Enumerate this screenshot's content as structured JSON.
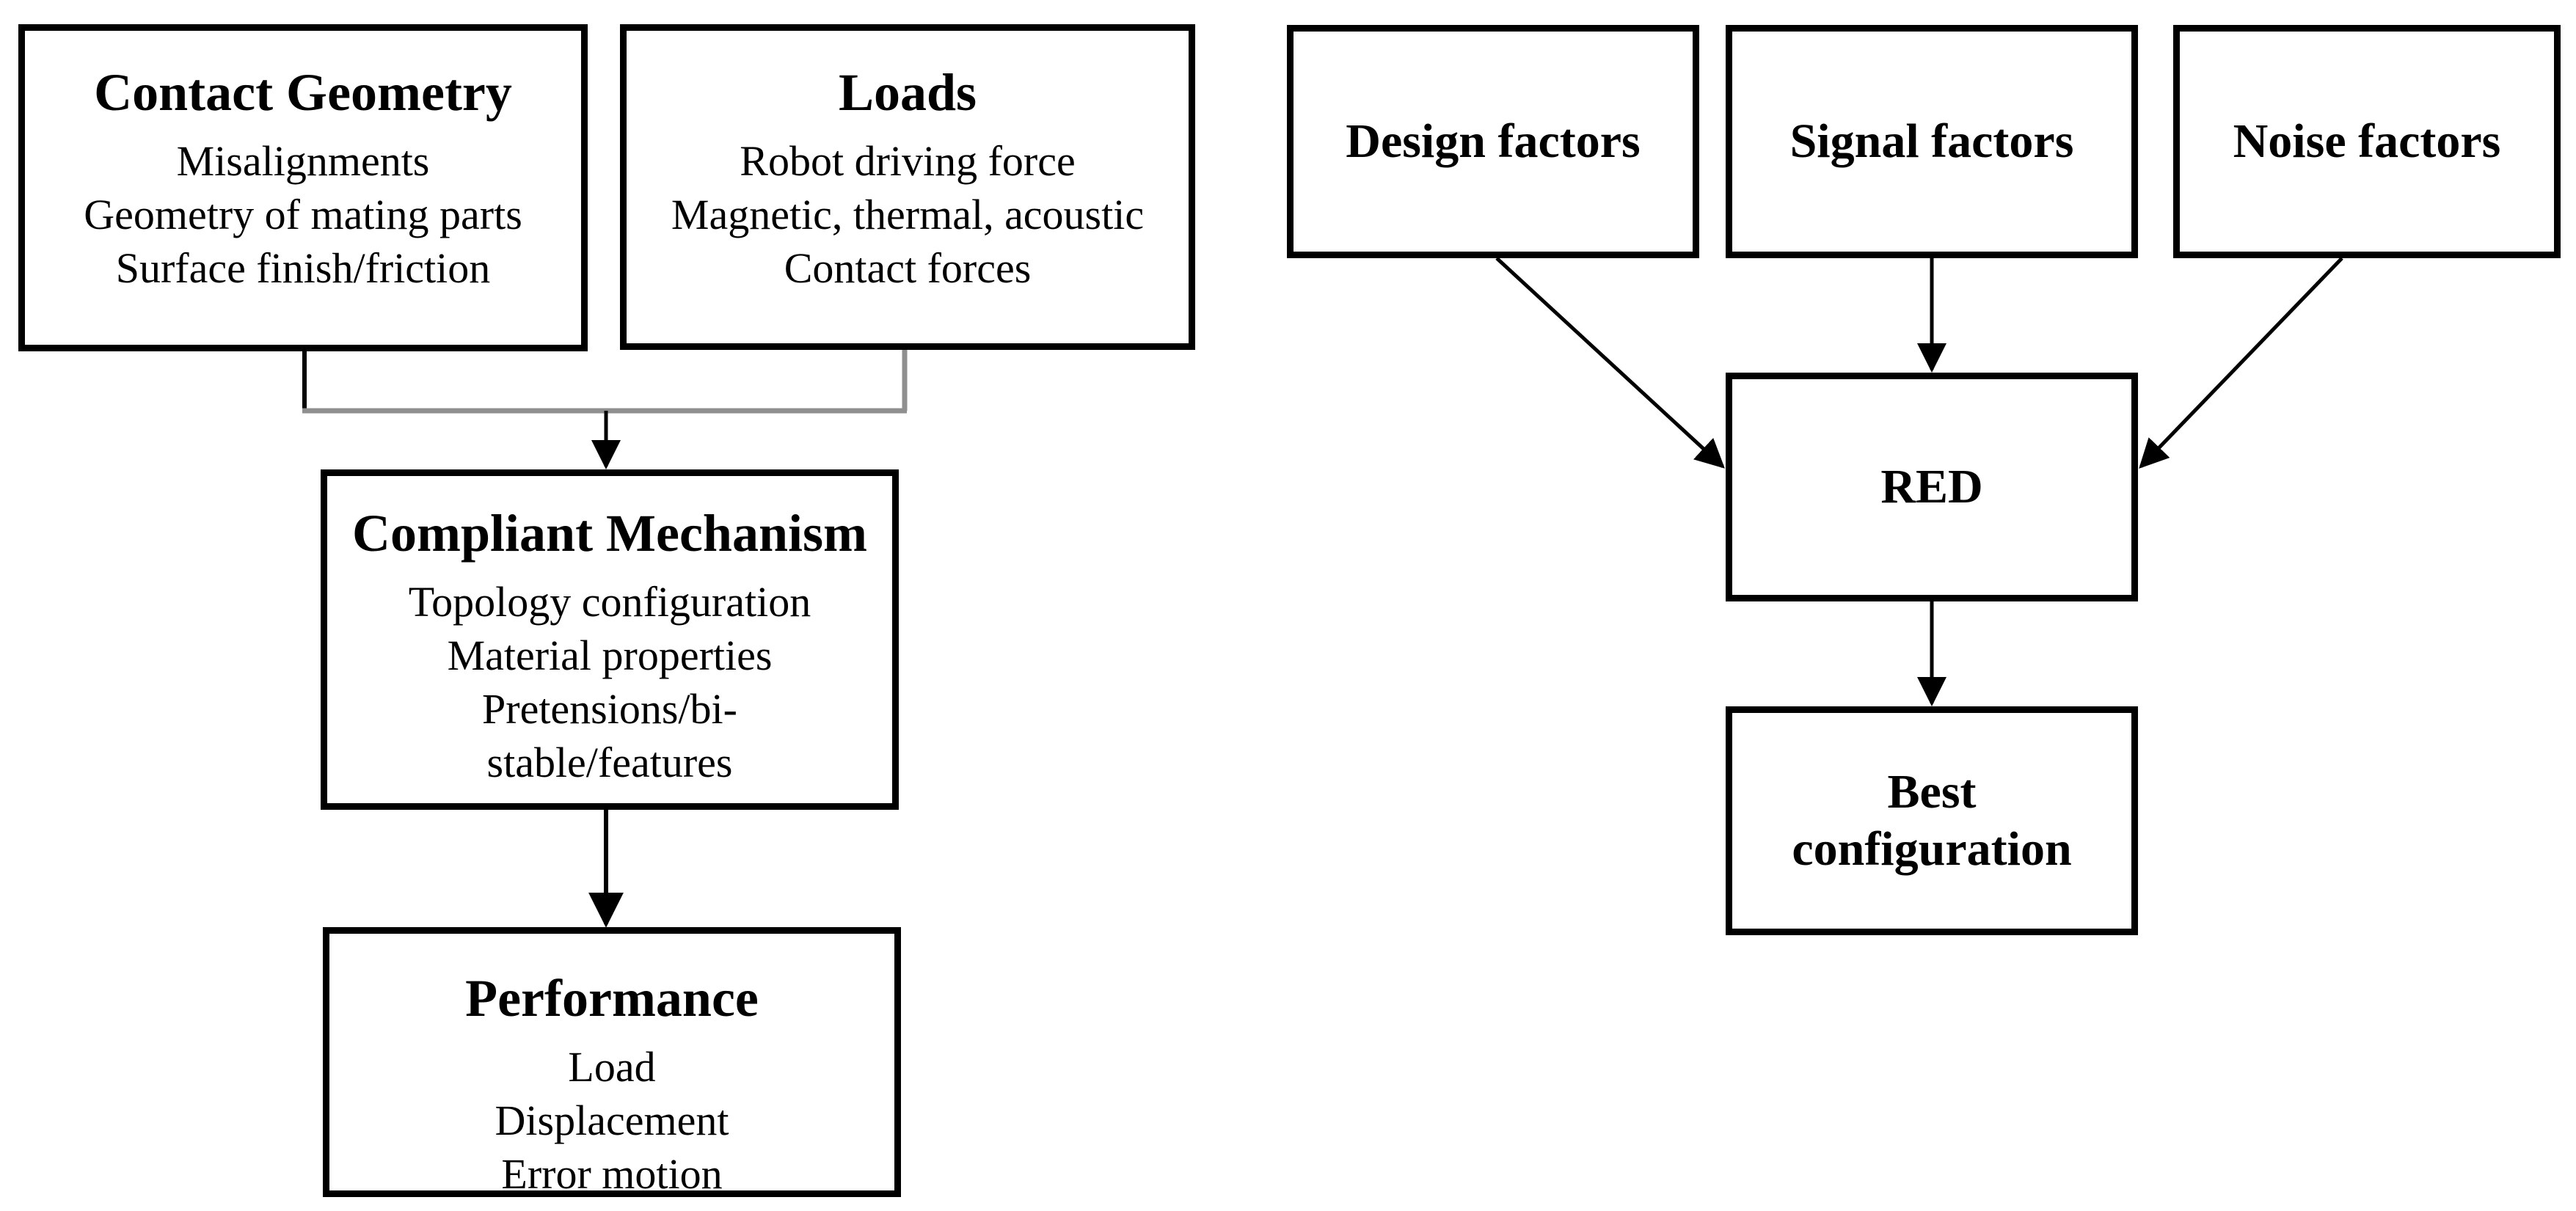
{
  "figure": {
    "type": "flowchart",
    "background": "#ffffff",
    "colors": {
      "box_border": "#000000",
      "text": "#000000",
      "arrow_black": "#000000",
      "connector_gray": "#8f8f8f"
    },
    "left_flow": {
      "contact_geometry": {
        "title": "Contact Geometry",
        "items": [
          "Misalignments",
          "Geometry of mating parts",
          "Surface finish/friction"
        ]
      },
      "loads": {
        "title": "Loads",
        "items": [
          "Robot driving force",
          "Magnetic, thermal, acoustic",
          "Contact forces"
        ]
      },
      "compliant_mechanism": {
        "title": "Compliant Mechanism",
        "items": [
          "Topology configuration",
          "Material properties",
          "Pretensions/bi-",
          "stable/features"
        ]
      },
      "performance": {
        "title": "Performance",
        "items": [
          "Load",
          "Displacement",
          "Error motion"
        ]
      }
    },
    "right_flow": {
      "design_factors": {
        "title": "Design factors"
      },
      "signal_factors": {
        "title": "Signal factors"
      },
      "noise_factors": {
        "title": "Noise factors"
      },
      "red": {
        "title": "RED"
      },
      "best_configuration": {
        "title": "Best configuration",
        "lines": [
          "Best",
          "configuration"
        ]
      }
    }
  }
}
